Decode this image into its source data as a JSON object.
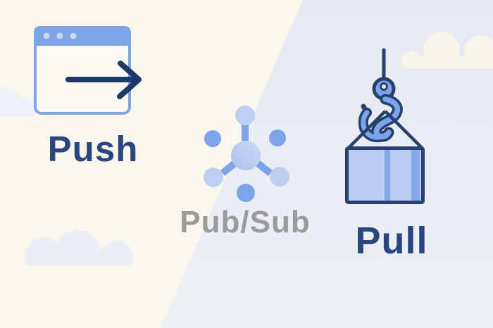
{
  "sections": [
    {
      "label": "Push",
      "icon": "browser-window-push-arrow-icon",
      "label_color": "#2a4580"
    },
    {
      "label": "Pub/Sub",
      "icon": "hub-and-spokes-network-icon",
      "label_color": "#9b9b9b"
    },
    {
      "label": "Pull",
      "icon": "crane-hook-container-icon",
      "label_color": "#2a4580"
    }
  ],
  "palette": {
    "background_left_cream": "#f9f6ec",
    "background_right_top": "#e6e9f1",
    "background_right_bottom": "#edf0f5",
    "outline_navy": "#27406e",
    "arrow_navy": "#1e3a68",
    "blue_medium": "#7da3ea",
    "blue_light": "#bdd0f4",
    "window_header_blue": "#7fa4e8",
    "window_body": "#fcfaf3",
    "container_fill": "#b9ccf2",
    "container_stripe": "#87a9ec",
    "cloud_cream": "#f8f4e9",
    "cloud_gray_blue": "#ebeef5"
  }
}
